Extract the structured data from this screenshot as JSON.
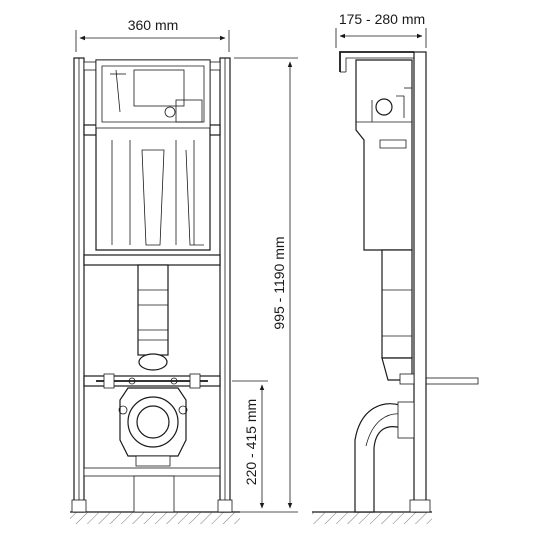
{
  "dimensions": {
    "frame_width": "360 mm",
    "depth_range": "175 - 280 mm",
    "total_height": "995 - 1190 mm",
    "outlet_height": "220 - 415 mm"
  }
}
